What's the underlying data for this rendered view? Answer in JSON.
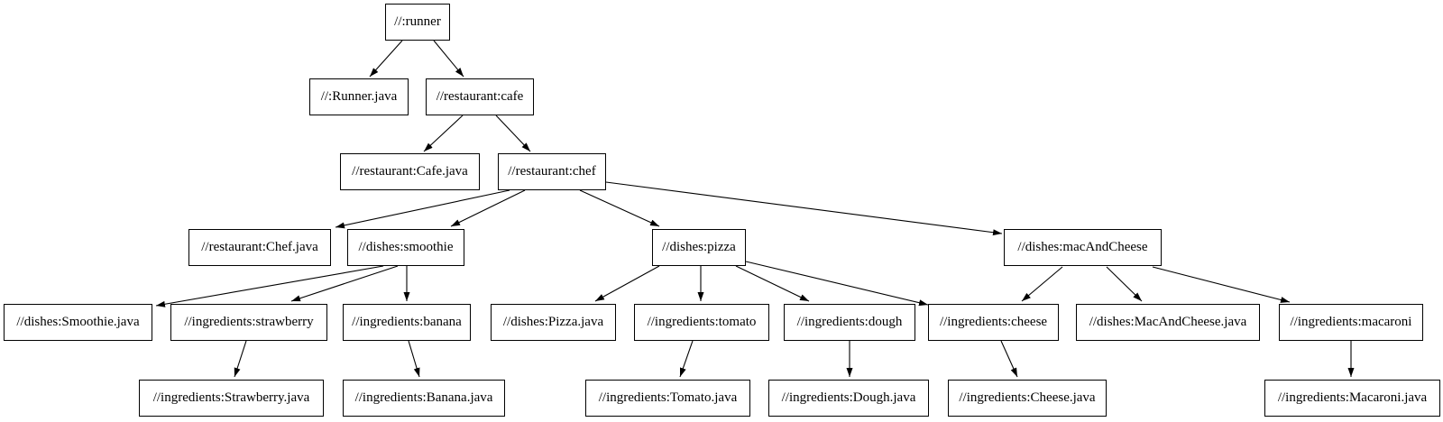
{
  "graph": {
    "description": "Bazel build target dependency graph",
    "colors": {
      "background": "#ffffff",
      "node_fill": "#ffffff",
      "node_border": "#000000",
      "edge": "#000000"
    }
  },
  "nodes": [
    {
      "id": "runner",
      "label": "//:runner"
    },
    {
      "id": "runner-java",
      "label": "//:Runner.java"
    },
    {
      "id": "cafe",
      "label": "//restaurant:cafe"
    },
    {
      "id": "cafe-java",
      "label": "//restaurant:Cafe.java"
    },
    {
      "id": "chef",
      "label": "//restaurant:chef"
    },
    {
      "id": "chef-java",
      "label": "//restaurant:Chef.java"
    },
    {
      "id": "smoothie",
      "label": "//dishes:smoothie"
    },
    {
      "id": "pizza",
      "label": "//dishes:pizza"
    },
    {
      "id": "mac-and-cheese",
      "label": "//dishes:macAndCheese"
    },
    {
      "id": "smoothie-java",
      "label": "//dishes:Smoothie.java"
    },
    {
      "id": "strawberry",
      "label": "//ingredients:strawberry"
    },
    {
      "id": "banana",
      "label": "//ingredients:banana"
    },
    {
      "id": "pizza-java",
      "label": "//dishes:Pizza.java"
    },
    {
      "id": "tomato",
      "label": "//ingredients:tomato"
    },
    {
      "id": "dough",
      "label": "//ingredients:dough"
    },
    {
      "id": "cheese",
      "label": "//ingredients:cheese"
    },
    {
      "id": "mac-and-cheese-java",
      "label": "//dishes:MacAndCheese.java"
    },
    {
      "id": "macaroni",
      "label": "//ingredients:macaroni"
    },
    {
      "id": "strawberry-java",
      "label": "//ingredients:Strawberry.java"
    },
    {
      "id": "banana-java",
      "label": "//ingredients:Banana.java"
    },
    {
      "id": "tomato-java",
      "label": "//ingredients:Tomato.java"
    },
    {
      "id": "dough-java",
      "label": "//ingredients:Dough.java"
    },
    {
      "id": "cheese-java",
      "label": "//ingredients:Cheese.java"
    },
    {
      "id": "macaroni-java",
      "label": "//ingredients:Macaroni.java"
    }
  ],
  "edges": [
    {
      "from": "runner",
      "to": "runner-java"
    },
    {
      "from": "runner",
      "to": "cafe"
    },
    {
      "from": "cafe",
      "to": "cafe-java"
    },
    {
      "from": "cafe",
      "to": "chef"
    },
    {
      "from": "chef",
      "to": "chef-java"
    },
    {
      "from": "chef",
      "to": "smoothie"
    },
    {
      "from": "chef",
      "to": "pizza"
    },
    {
      "from": "chef",
      "to": "mac-and-cheese"
    },
    {
      "from": "smoothie",
      "to": "smoothie-java"
    },
    {
      "from": "smoothie",
      "to": "strawberry"
    },
    {
      "from": "smoothie",
      "to": "banana"
    },
    {
      "from": "pizza",
      "to": "pizza-java"
    },
    {
      "from": "pizza",
      "to": "tomato"
    },
    {
      "from": "pizza",
      "to": "dough"
    },
    {
      "from": "pizza",
      "to": "cheese"
    },
    {
      "from": "mac-and-cheese",
      "to": "cheese"
    },
    {
      "from": "mac-and-cheese",
      "to": "mac-and-cheese-java"
    },
    {
      "from": "mac-and-cheese",
      "to": "macaroni"
    },
    {
      "from": "strawberry",
      "to": "strawberry-java"
    },
    {
      "from": "banana",
      "to": "banana-java"
    },
    {
      "from": "tomato",
      "to": "tomato-java"
    },
    {
      "from": "dough",
      "to": "dough-java"
    },
    {
      "from": "cheese",
      "to": "cheese-java"
    },
    {
      "from": "macaroni",
      "to": "macaroni-java"
    }
  ]
}
